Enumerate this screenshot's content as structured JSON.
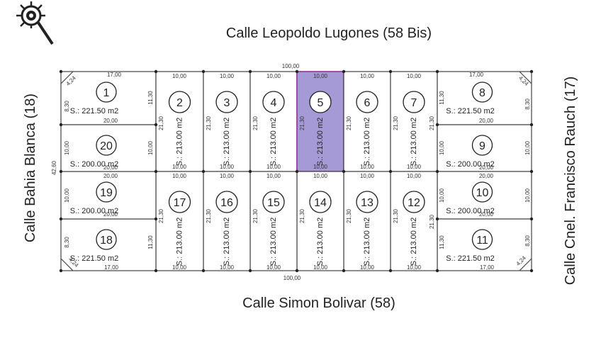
{
  "streets": {
    "top": "Calle Leopoldo Lugones (58 Bis)",
    "bottom": "Calle Simon Bolivar (58)",
    "left": "Calle Bahia Blanca (18)",
    "right": "Calle Cnel. Francisco Rauch (17)"
  },
  "block_dims": {
    "top": "100,00",
    "bottom": "100,00",
    "left": "42,60"
  },
  "selected_lot": "5",
  "lots": [
    {
      "id": "1",
      "area": "S.: 221.50 m2"
    },
    {
      "id": "2",
      "area": "S.: 213.00 m2"
    },
    {
      "id": "3",
      "area": "S.: 213.00 m2"
    },
    {
      "id": "4",
      "area": "S.: 213.00 m2"
    },
    {
      "id": "5",
      "area": "S.: 213.00 m2"
    },
    {
      "id": "6",
      "area": "S.: 213.00 m2"
    },
    {
      "id": "7",
      "area": "S.: 213.00 m2"
    },
    {
      "id": "8",
      "area": "S.: 221.50 m2"
    },
    {
      "id": "9",
      "area": "S.: 200.00 m2"
    },
    {
      "id": "10",
      "area": "S.: 200.00 m2"
    },
    {
      "id": "11",
      "area": "S.: 221.50 m2"
    },
    {
      "id": "12",
      "area": "S.: 213.00 m2"
    },
    {
      "id": "13",
      "area": "S.: 213.00 m2"
    },
    {
      "id": "14",
      "area": "S.: 213.00 m2"
    },
    {
      "id": "15",
      "area": "S.: 213.00 m2"
    },
    {
      "id": "16",
      "area": "S.: 213.00 m2"
    },
    {
      "id": "17",
      "area": "S.: 213.00 m2"
    },
    {
      "id": "18",
      "area": "S.: 221.50 m2"
    },
    {
      "id": "19",
      "area": "S.: 200.00 m2"
    },
    {
      "id": "20",
      "area": "S.: 200.00 m2"
    }
  ],
  "dims": {
    "d1700": "17,00",
    "d2000": "20,00",
    "d1000": "10,00",
    "d2130": "21,30",
    "d1130": "11,30",
    "d830": "8,30",
    "d424": "4,24"
  },
  "icons": {
    "logo": "compass-magnifier-icon"
  },
  "colors": {
    "selected_fill": "#a69ad6",
    "selected_stroke": "#9b3fa6"
  }
}
